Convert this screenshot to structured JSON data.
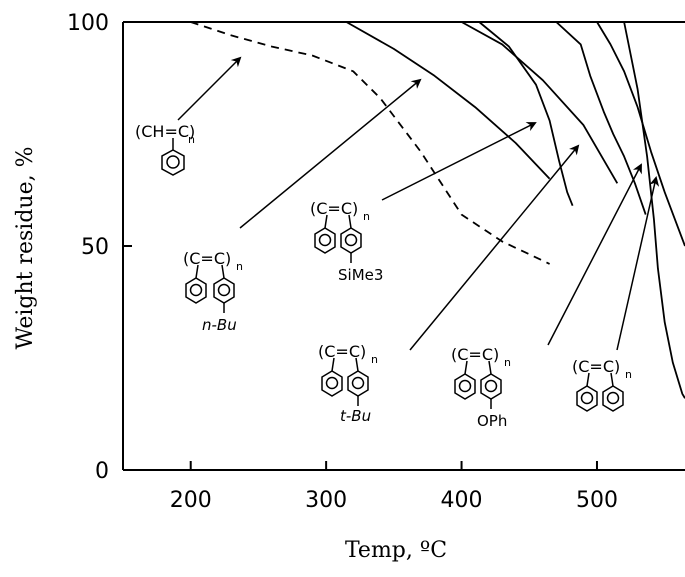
{
  "chart_data": {
    "type": "line",
    "title": "",
    "xlabel": "Temp, ºC",
    "ylabel": "Weight residue, %",
    "xlim": [
      150,
      565
    ],
    "ylim": [
      0,
      100
    ],
    "xticks": [
      200,
      300,
      400,
      500
    ],
    "yticks": [
      0,
      50,
      100
    ],
    "grid": false,
    "legend": "none",
    "series": [
      {
        "style": "dashed",
        "x": [
          200,
          230,
          260,
          290,
          320,
          340,
          370,
          400,
          430,
          465
        ],
        "y": [
          100,
          97,
          94.5,
          92.5,
          89,
          83,
          71,
          57,
          51,
          46
        ]
      },
      {
        "style": "solid",
        "x": [
          315,
          350,
          380,
          410,
          440,
          465
        ],
        "y": [
          100,
          94,
          88,
          81,
          73,
          65
        ]
      },
      {
        "style": "solid",
        "x": [
          400,
          430,
          460,
          490,
          515
        ],
        "y": [
          100,
          95,
          87,
          77,
          64
        ]
      },
      {
        "style": "solid",
        "x": [
          413,
          435,
          455,
          465,
          472,
          478,
          482
        ],
        "y": [
          100,
          94.5,
          86,
          78,
          69,
          62,
          59
        ]
      },
      {
        "style": "solid",
        "x": [
          440,
          470,
          488,
          495,
          505,
          512,
          520,
          528,
          536
        ],
        "y": [
          100,
          100,
          95,
          88,
          80,
          75,
          70,
          64,
          57
        ]
      },
      {
        "style": "solid",
        "x": [
          500,
          510,
          520,
          530,
          540,
          550,
          560,
          565
        ],
        "y": [
          100,
          95,
          89,
          81,
          71,
          62,
          54,
          50
        ]
      },
      {
        "style": "solid",
        "x": [
          520,
          530,
          537,
          542,
          545,
          550,
          556,
          563,
          565
        ],
        "y": [
          100,
          85,
          70,
          56,
          45,
          33,
          24,
          17,
          16
        ]
      }
    ],
    "annotations": {
      "polymers": [
        {
          "main": "(CH=C)",
          "sub": "n",
          "substituent": ""
        },
        {
          "main": "(C=C)",
          "sub": "n",
          "substituent": "n-Bu"
        },
        {
          "main": "(C=C)",
          "sub": "n",
          "substituent": "SiMe3"
        },
        {
          "main": "(C=C)",
          "sub": "n",
          "substituent": "t-Bu"
        },
        {
          "main": "(C=C)",
          "sub": "n",
          "substituent": "OPh"
        },
        {
          "main": "(C=C)",
          "sub": "n",
          "substituent": ""
        }
      ]
    }
  }
}
